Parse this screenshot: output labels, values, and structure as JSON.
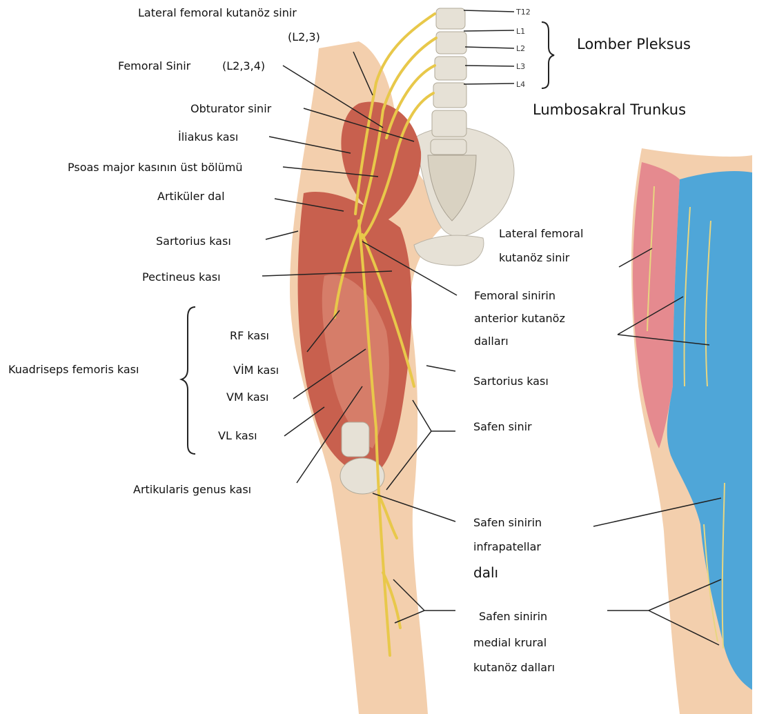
{
  "labels": {
    "lfcn_title": "Lateral femoral kutanöz sinir",
    "lfcn_levels": "(L2,3)",
    "femoral": "Femoral Sinir",
    "femoral_levels": "(L2,3,4)",
    "obturator": "Obturator sinir",
    "iliakus": "İliakus kası",
    "psoas": "Psoas major kasının üst bölümü",
    "artikuler": "Artiküler dal",
    "sartorius_upper": "Sartorius kası",
    "pectineus": "Pectineus kası",
    "kuadriseps": "Kuadriseps femoris kası",
    "rf": "RF kası",
    "vim": "VİM kası",
    "vm": "VM kası",
    "vl": "VL kası",
    "artikularis_genus": "Artikularis genus kası",
    "lomber_pleksus": "Lomber Pleksus",
    "lumbosakral": "Lumbosakral Trunkus",
    "lateral_fem_line1": "Lateral femoral",
    "lateral_fem_line2": "kutanöz sinir",
    "femoral_ant_line1": "Femoral sinirin",
    "femoral_ant_line2": "anterior kutanöz",
    "femoral_ant_line3": "dalları",
    "sartorius_lower": "Sartorius kası",
    "safen": "Safen sinir",
    "safen_infra_line1": "Safen sinirin",
    "safen_infra_line2": "infrapatellar",
    "safen_infra_line3": "dalı",
    "safen_medial_line1": "Safen sinirin",
    "safen_medial_line2": "medial krural",
    "safen_medial_line3": "kutanöz dalları"
  },
  "spine_levels": [
    "T12",
    "L1",
    "L2",
    "L3",
    "L4"
  ],
  "colors": {
    "skin": "#f3cfad",
    "muscle": "#c8604e",
    "nerve": "#e8c84a",
    "bone": "#e6e1d6",
    "sensory_lateral": "#e58a8f",
    "sensory_medial": "#4fa6d8",
    "leader_line": "#222222"
  }
}
